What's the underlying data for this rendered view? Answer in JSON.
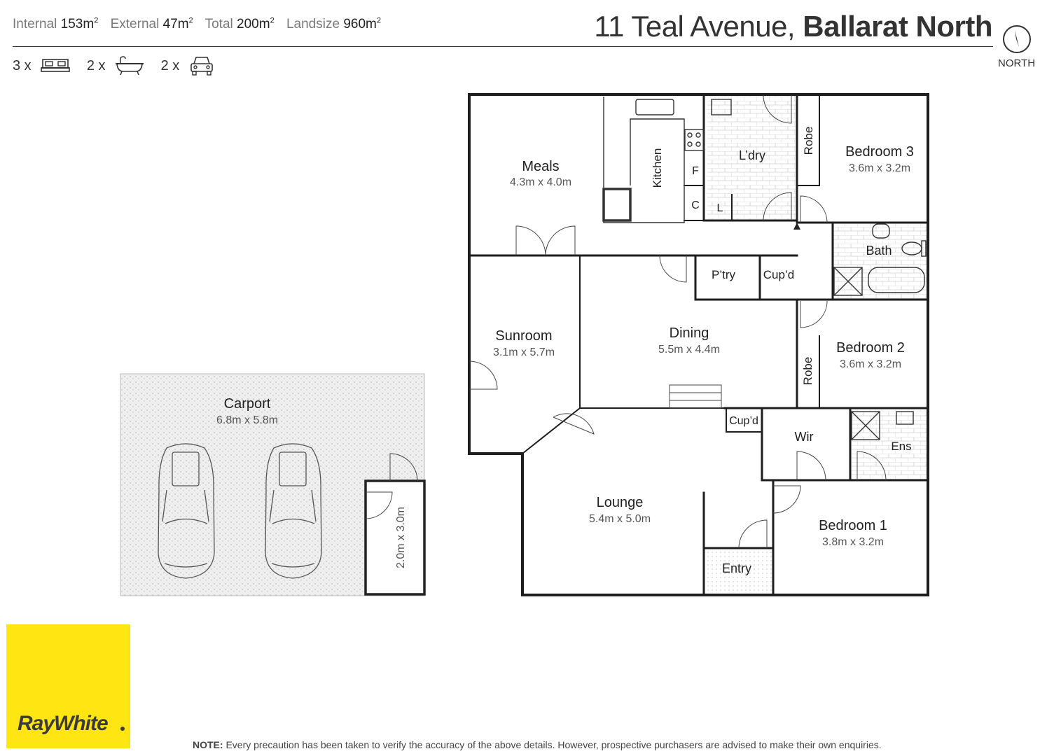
{
  "header": {
    "address_street": "11 Teal Avenue,",
    "address_suburb": "Ballarat North",
    "compass_label": "NORTH",
    "stats": [
      {
        "label": "Internal",
        "value": "153m",
        "unit_sup": "2"
      },
      {
        "label": "External",
        "value": "47m",
        "unit_sup": "2"
      },
      {
        "label": "Total",
        "value": "200m",
        "unit_sup": "2"
      },
      {
        "label": "Landsize",
        "value": "960m",
        "unit_sup": "2"
      }
    ],
    "features": [
      {
        "count": "3 x",
        "icon": "bed-icon"
      },
      {
        "count": "2 x",
        "icon": "bath-icon"
      },
      {
        "count": "2 x",
        "icon": "car-icon"
      }
    ]
  },
  "rooms": {
    "meals": {
      "name": "Meals",
      "dims": "4.3m x 4.0m"
    },
    "kitchen": {
      "name": "Kitchen"
    },
    "fridge": {
      "name": "F"
    },
    "cupboard_c": {
      "name": "C"
    },
    "linen_l": {
      "name": "L"
    },
    "laundry": {
      "name": "L’dry"
    },
    "robe3": {
      "name": "Robe"
    },
    "bedroom3": {
      "name": "Bedroom 3",
      "dims": "3.6m x 3.2m"
    },
    "bath": {
      "name": "Bath"
    },
    "pantry": {
      "name": "P’try"
    },
    "cupd1": {
      "name": "Cup’d"
    },
    "sunroom": {
      "name": "Sunroom",
      "dims": "3.1m x 5.7m"
    },
    "dining": {
      "name": "Dining",
      "dims": "5.5m x 4.4m"
    },
    "robe2": {
      "name": "Robe"
    },
    "bedroom2": {
      "name": "Bedroom 2",
      "dims": "3.6m x 3.2m"
    },
    "cupd2": {
      "name": "Cup’d"
    },
    "wir": {
      "name": "Wir"
    },
    "ensuite": {
      "name": "Ens"
    },
    "lounge": {
      "name": "Lounge",
      "dims": "5.4m x 5.0m"
    },
    "entry": {
      "name": "Entry"
    },
    "bedroom1": {
      "name": "Bedroom 1",
      "dims": "3.8m x 3.2m"
    },
    "carport": {
      "name": "Carport",
      "dims": "6.8m x 5.8m"
    },
    "shed": {
      "dims": "2.0m x 3.0m"
    }
  },
  "branding": {
    "logo_text": "RayWhite"
  },
  "footer": {
    "note_label": "NOTE:",
    "note_text": " Every precaution has been taken to verify the accuracy of the above details. However, prospective purchasers are advised to make their own enquiries."
  }
}
